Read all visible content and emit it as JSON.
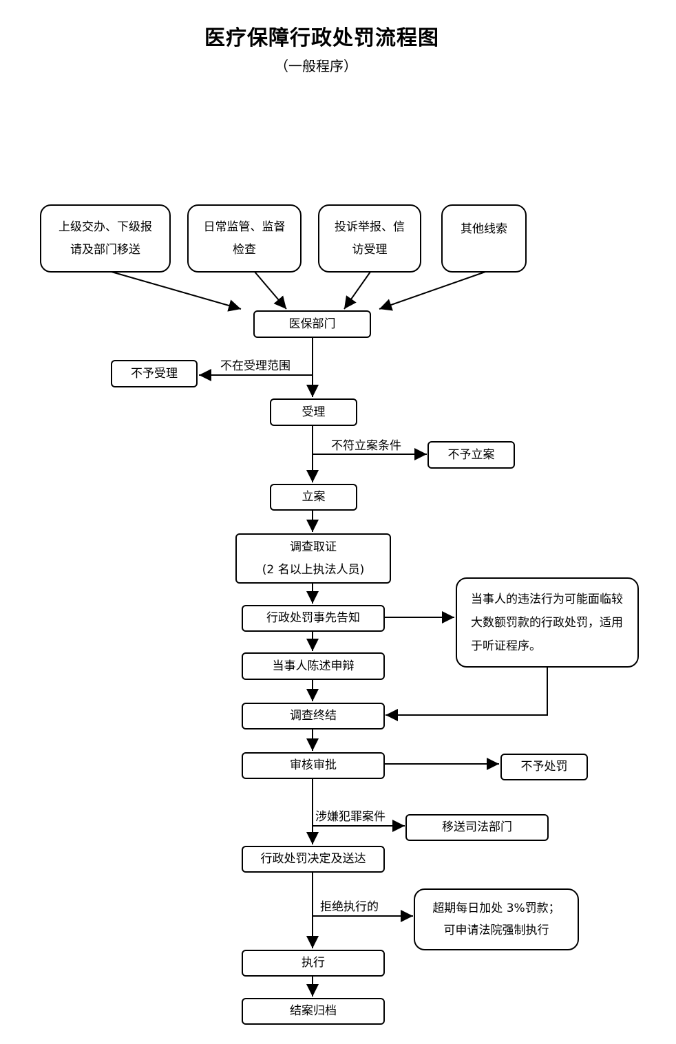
{
  "title": "医疗保障行政处罚流程图",
  "subtitle": "（一般程序）",
  "sources": [
    {
      "id": "upper-lower",
      "label": "上级交办、下级报请及部门移送"
    },
    {
      "id": "routine",
      "label": "日常监管、监督检查"
    },
    {
      "id": "complaint",
      "label": "投诉举报、信访受理"
    },
    {
      "id": "other",
      "label": "其他线索"
    }
  ],
  "nodes": {
    "ybbm": "医保部门",
    "bysl": "不予受理",
    "sl": "受理",
    "byla": "不予立案",
    "la": "立案",
    "dcqz_1": "调查取证",
    "dcqz_2": "(2 名以上执法人员)",
    "gz": "行政处罚事先告知",
    "ts_note": "当事人的违法行为可能面临较大数额罚款的行政处罚，适用于听证程序。",
    "cs": "当事人陈述申辩",
    "dczj": "调查终结",
    "shsp": "审核审批",
    "bycf": "不予处罚",
    "ys": "移送司法部门",
    "jd": "行政处罚决定及送达",
    "cq_1": "超期每日加处 3%罚款；",
    "cq_2": "可申请法院强制执行",
    "zx": "执行",
    "ja": "结案归档"
  },
  "edge_labels": {
    "not_in_scope": "不在受理范围",
    "not_meet": "不符立案条件",
    "crime": "涉嫌犯罪案件",
    "refuse": "拒绝执行的"
  }
}
